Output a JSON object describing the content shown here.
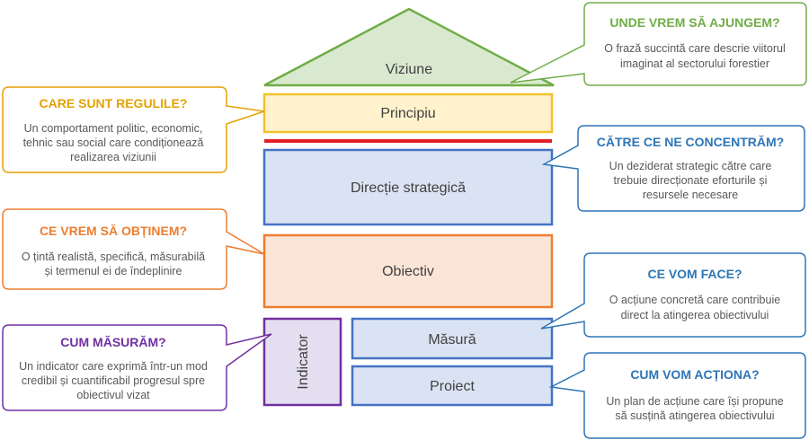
{
  "colors": {
    "green": "#70ad47",
    "green_fill": "#d9e9cf",
    "yellow": "#f2c12e",
    "yellow_fill": "#fff2cc",
    "red_line": "#e41e26",
    "blue": "#4472c4",
    "blue_fill": "#dae3f3",
    "orange": "#ed7d31",
    "orange_fill": "#fbe5d6",
    "purple": "#7030a0",
    "purple_fill": "#e4dff0",
    "bubble_title_green": "#70ad47",
    "bubble_title_yellow": "#e5a100",
    "bubble_title_blue": "#2e75b6",
    "bubble_title_orange": "#ed7d31",
    "bubble_title_purple": "#7030a0"
  },
  "boxes": {
    "viziune": "Viziune",
    "principiu": "Principiu",
    "directie": "Direcție strategică",
    "obiectiv": "Obiectiv",
    "indicator": "Indicator",
    "masura": "Măsură",
    "proiect": "Proiect"
  },
  "bubbles": {
    "viziune": {
      "title": "UNDE VREM SĂ AJUNGEM?",
      "lines": [
        "O frază succintă care descrie viitorul",
        "imaginat al sectorului forestier"
      ]
    },
    "principiu": {
      "title": "CARE SUNT REGULILE?",
      "lines": [
        "Un comportament politic, economic,",
        "tehnic sau social care condiționează",
        "realizarea viziunii"
      ]
    },
    "directie": {
      "title": "CĂTRE CE NE CONCENTRĂM?",
      "lines": [
        "Un deziderat strategic către care",
        "trebuie direcționate eforturile și",
        "resursele necesare"
      ]
    },
    "obiectiv": {
      "title": "CE VREM SĂ OBȚINEM?",
      "lines": [
        "O țintă realistă, specifică, măsurabilă",
        "și termenul ei de îndeplinire"
      ]
    },
    "masura": {
      "title": "CE VOM FACE?",
      "lines": [
        "O acțiune concretă care contribuie",
        "direct la atingerea obiectivului"
      ]
    },
    "indicator": {
      "title": "CUM MĂSURĂM?",
      "lines": [
        "Un indicator care exprimă într-un mod",
        "credibil și cuantificabil progresul spre",
        "obiectivul vizat"
      ]
    },
    "proiect": {
      "title": "CUM VOM ACȚIONA?",
      "lines": [
        "Un plan de acțiune care își propune",
        "să susțină atingerea obiectivului"
      ]
    }
  }
}
